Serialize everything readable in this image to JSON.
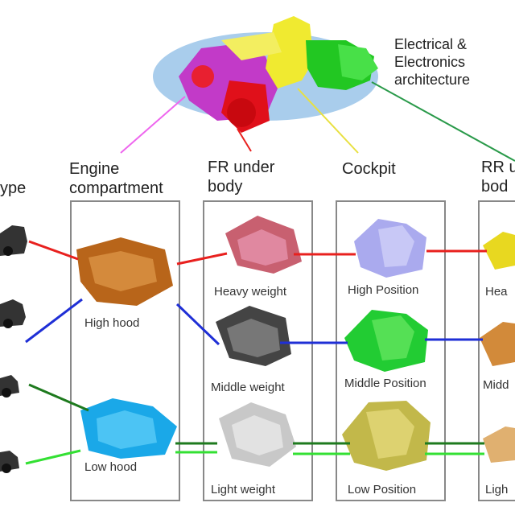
{
  "architecture": {
    "line1": "Electrical &",
    "line2": "Electronics",
    "line3": "architecture"
  },
  "columns": {
    "type_label": "ype",
    "engine": {
      "line1": "Engine",
      "line2": "compartment"
    },
    "fr_under": {
      "line1": "FR under",
      "line2": "body"
    },
    "cockpit": {
      "line1": "Cockpit"
    },
    "rr_under": {
      "line1": "RR u",
      "line2": "bod"
    }
  },
  "engine_items": {
    "high": "High hood",
    "low": "Low hood"
  },
  "fr_items": {
    "heavy": "Heavy weight",
    "middle": "Middle weight",
    "light": "Light weight"
  },
  "cockpit_items": {
    "high": "High Position",
    "middle": "Middle Position",
    "low": "Low Position"
  },
  "rr_items": {
    "heavy": "Hea",
    "middle": "Midd",
    "light": "Ligh"
  },
  "colors": {
    "red": "#e8201e",
    "blue": "#1f2fd6",
    "dark_green": "#1e7a1e",
    "light_green": "#33e033",
    "magenta": "#d03ad0",
    "yellow": "#e8e040",
    "green": "#20c020",
    "ellipse": "#a9cdec",
    "pink_connector": "#ee66ee",
    "green_connector": "#2a9a4a",
    "box": "#888888"
  }
}
